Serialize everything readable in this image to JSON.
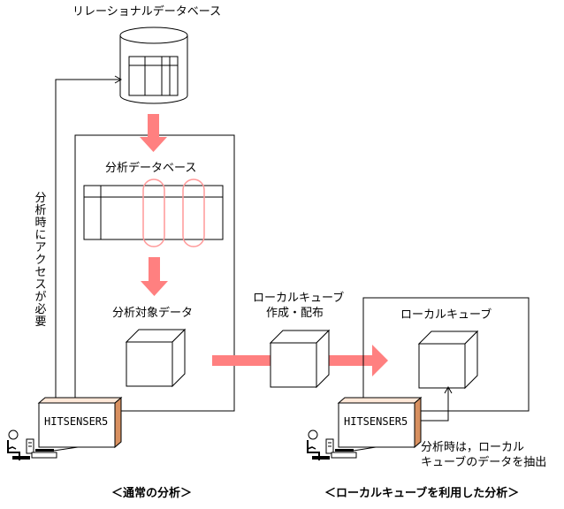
{
  "relational_db_label": "リレーショナルデータベース",
  "analysis_db_label": "分析データベース",
  "analysis_target_label": "分析対象データ",
  "cube_create_label_line1": "ローカルキューブ",
  "cube_create_label_line2": "作成・配布",
  "local_cube_label": "ローカルキューブ",
  "vertical_access_label": "分析時にアクセスが必要",
  "server_left_label": "HITSENSER5",
  "server_right_label": "HITSENSER5",
  "extract_note_line1": "分析時は，ローカル",
  "extract_note_line2": "キューブのデータを抽出",
  "caption_left": "＜通常の分析＞",
  "caption_right": "＜ローカルキューブを利用した分析＞",
  "colors": {
    "arrow": "#ff8080",
    "highlight": "#ff9999",
    "server_top": "#ffe8d8",
    "server_side": "#d89060",
    "line": "#000000"
  }
}
